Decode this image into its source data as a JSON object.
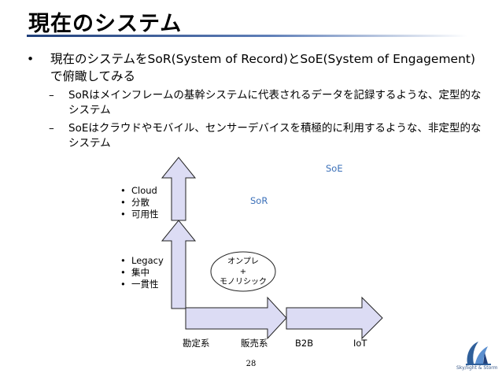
{
  "slide": {
    "title": "現在のシステム",
    "bullets": [
      {
        "marker": "•",
        "text": "現在のシステムをSoR(System of Record)とSoE(System of Engagement)で俯瞰してみる",
        "sub": [
          {
            "marker": "–",
            "text": "SoRはメインフレームの基幹システムに代表されるデータを記録するような、定型的なシステム"
          },
          {
            "marker": "–",
            "text": "SoEはクラウドやモバイル、センサーデバイスを積極的に利用するような、非定型的なシステム"
          }
        ]
      }
    ],
    "page_number": "28"
  },
  "diagram": {
    "soe_label": "SoE",
    "sor_label": "SoR",
    "onpremise": {
      "line1": "オンプレ",
      "line2": "+",
      "line3": "モノリシック"
    },
    "upper_list": [
      "Cloud",
      "分散",
      "可用性"
    ],
    "lower_list": [
      "Legacy",
      "集中",
      "一貫性"
    ],
    "list_marker": "•",
    "x_labels": [
      "勘定系",
      "販売系",
      "B2B",
      "IoT"
    ],
    "colors": {
      "arrow_fill": "#dcdcf4",
      "arrow_stroke": "#222222",
      "blue_text": "#3a6fb8"
    }
  },
  "logo": {
    "text": "Sky/light & Storm"
  }
}
